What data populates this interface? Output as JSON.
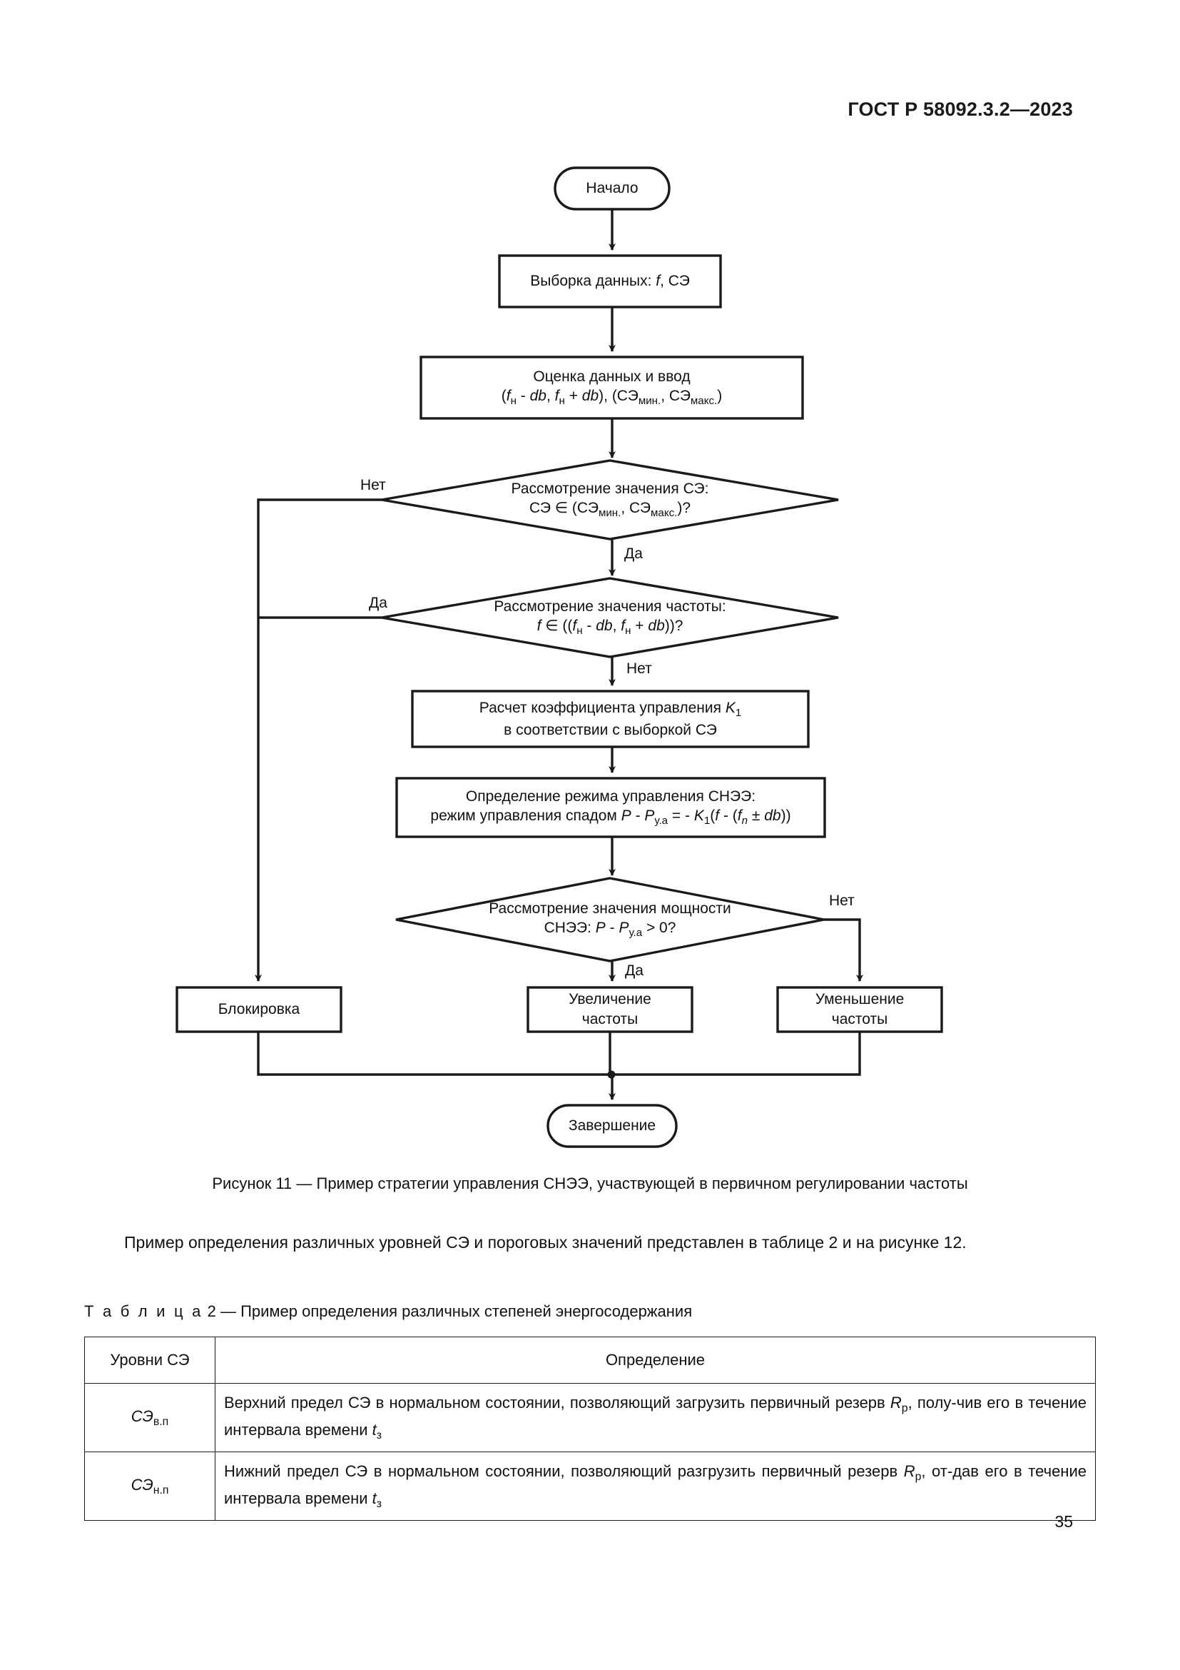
{
  "header": {
    "standard_id": "ГОСТ Р 58092.3.2—2023"
  },
  "page_number": "35",
  "figure": {
    "caption": "Рисунок 11 — Пример стратегии управления СНЭЭ, участвующей в первичном регулировании частоты",
    "nodes": {
      "start": {
        "label": "Начало",
        "shape": "terminator"
      },
      "sample": {
        "line1_a": "Выборка данных: ",
        "line1_f": "f",
        "line1_b": ", СЭ",
        "shape": "process"
      },
      "evaluate": {
        "line1": "Оценка данных и ввод",
        "shape": "process",
        "l2_p1": "(",
        "l2_f1": "f",
        "l2_s1": "н",
        "l2_p2": " - ",
        "l2_db1": "db",
        "l2_p3": ", ",
        "l2_f2": "f",
        "l2_s2": "н",
        "l2_p4": " + ",
        "l2_db2": "db",
        "l2_p5": "), (СЭ",
        "l2_s3": "мин.",
        "l2_p6": ", СЭ",
        "l2_s4": "макс.",
        "l2_p7": ")"
      },
      "decision_soc": {
        "line1": "Рассмотрение значения СЭ:",
        "shape": "decision",
        "l2_p1": "СЭ ∈ (СЭ",
        "l2_s1": "мин.",
        "l2_p2": ", СЭ",
        "l2_s2": "макс.",
        "l2_p3": ")?"
      },
      "decision_freq": {
        "line1": "Рассмотрение значения частоты:",
        "shape": "decision",
        "l2_f": "f",
        "l2_p1": " ∈ ((",
        "l2_f1": "f",
        "l2_s1": "н",
        "l2_p2": " - ",
        "l2_db1": "db",
        "l2_p3": ", ",
        "l2_f2": "f",
        "l2_s2": "н",
        "l2_p4": " + ",
        "l2_db2": "db",
        "l2_p5": "))?"
      },
      "coefficient": {
        "shape": "process",
        "l1_p1": "Расчет коэффициента управления ",
        "l1_k": "K",
        "l1_s": "1",
        "line2": "в соответствии с выборкой СЭ"
      },
      "mode": {
        "shape": "process",
        "line1": "Определение режима управления СНЭЭ:",
        "l2_p1": "режим управления спадом ",
        "l2_P": "P",
        "l2_p2": " - ",
        "l2_P2": "P",
        "l2_s1": "у.а",
        "l2_p3": " = - ",
        "l2_K": "K",
        "l2_s2": "1",
        "l2_p4": "(",
        "l2_f": "f",
        "l2_p5": " - (",
        "l2_f2": "f",
        "l2_s3": "n",
        "l2_p6": " ± ",
        "l2_db": "db",
        "l2_p7": "))"
      },
      "decision_power": {
        "shape": "decision",
        "line1": "Рассмотрение значения мощности",
        "l2_p1": "СНЭЭ: ",
        "l2_P": "P",
        "l2_p2": " - ",
        "l2_P2": "P",
        "l2_s": "у.а",
        "l2_p3": " > 0?"
      },
      "block": {
        "label": "Блокировка",
        "shape": "process"
      },
      "increase": {
        "line1": "Увеличение",
        "line2": "частоты",
        "shape": "process"
      },
      "decrease": {
        "line1": "Уменьшение",
        "line2": "частоты",
        "shape": "process"
      },
      "end": {
        "label": "Завершение",
        "shape": "terminator"
      }
    },
    "edge_labels": {
      "soc_no": "Нет",
      "soc_yes": "Да",
      "freq_yes": "Да",
      "freq_no": "Нет",
      "power_no": "Нет",
      "power_yes": "Да"
    },
    "colors": {
      "line": "#1a1a1a",
      "fill": "#ffffff",
      "text": "#111111"
    }
  },
  "paragraph": "Пример определения различных уровней СЭ и пороговых значений представлен в таблице 2 и на рисунке 12.",
  "table": {
    "title_word": "Т а б л и ц а",
    "title_rest": "  2 — Пример определения различных степеней энергосодержания",
    "columns": [
      "Уровни СЭ",
      "Определение"
    ],
    "rows": [
      {
        "level_base": "СЭ",
        "level_sub": "в.п",
        "def_p1": "Верхний предел СЭ в нормальном состоянии, позволяющий загрузить первичный резерв ",
        "def_r": "R",
        "def_rs": "р",
        "def_p2": ", полу-чив его в течение интервала времени ",
        "def_t": "t",
        "def_ts": "з"
      },
      {
        "level_base": "СЭ",
        "level_sub": "н.п",
        "def_p1": "Нижний предел СЭ в нормальном состоянии, позволяющий разгрузить первичный резерв ",
        "def_r": "R",
        "def_rs": "р",
        "def_p2": ", от-дав его в течение интервала времени ",
        "def_t": "t",
        "def_ts": "з"
      }
    ]
  }
}
